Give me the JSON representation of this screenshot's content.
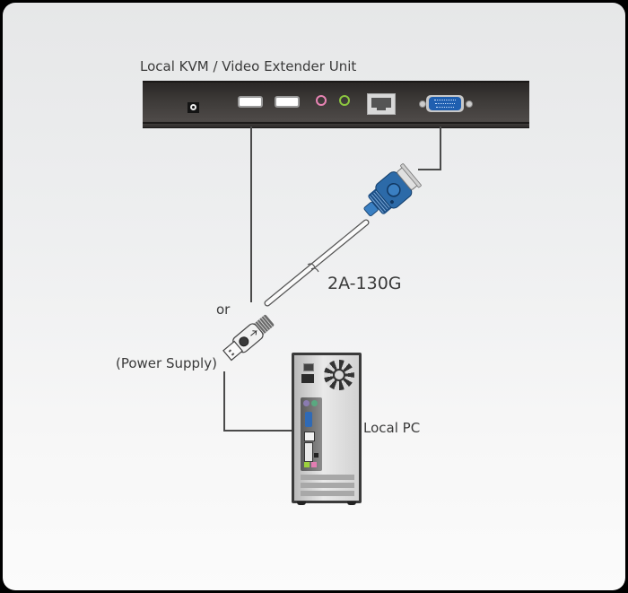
{
  "diagram": {
    "title": "Local KVM / Video Extender Unit",
    "cable_model": "2A-130G",
    "or_label": "or",
    "power_label": "(Power Supply)",
    "pc_label": "Local PC",
    "device_ports": [
      {
        "name": "dc-power-jack"
      },
      {
        "name": "usb-port-1"
      },
      {
        "name": "usb-port-2"
      },
      {
        "name": "audio-mic-port",
        "color": "#e884b4"
      },
      {
        "name": "audio-speaker-port",
        "color": "#8cc63f"
      },
      {
        "name": "rj45-port"
      },
      {
        "name": "vga-port",
        "color": "#1f5fb0"
      }
    ],
    "colors": {
      "outer_border": "#000000",
      "panel": "#eeeff0",
      "device_body": "#3d3a38",
      "connector_blue": "#2c6aa8",
      "line": "#4a4a4a",
      "text": "#3a3a3a"
    }
  }
}
